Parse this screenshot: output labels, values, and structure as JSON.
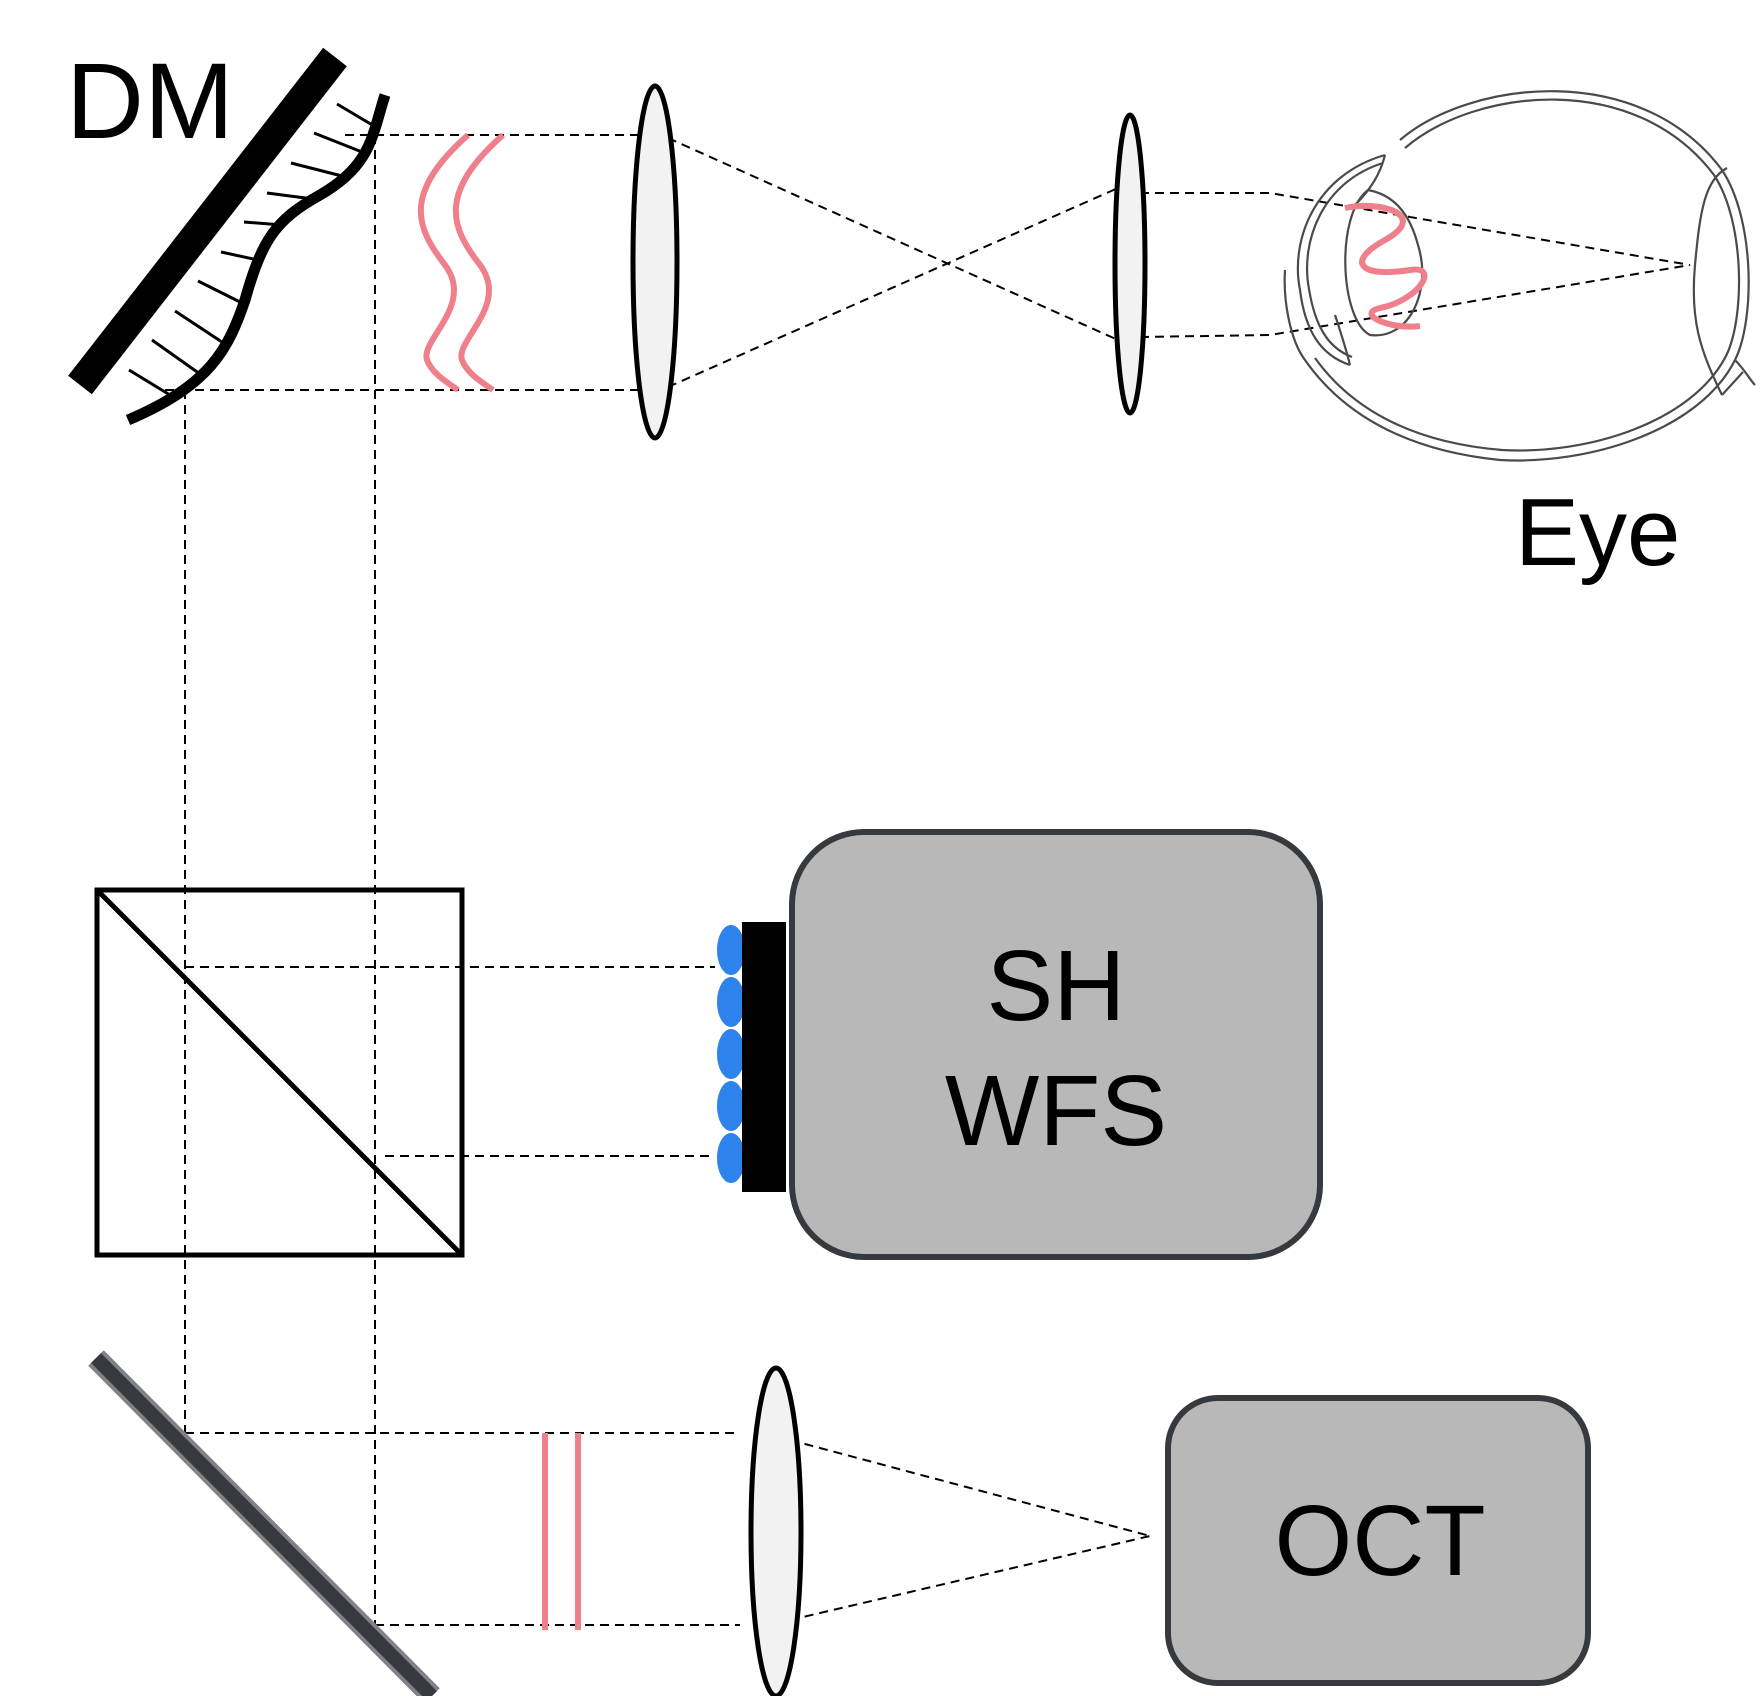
{
  "labels": {
    "dm": "DM",
    "eye": "Eye",
    "sh_line1": "SH",
    "sh_line2": "WFS",
    "oct": "OCT"
  },
  "colors": {
    "wavefront": "#ee7f8b",
    "lenslet": "#2e82ec",
    "box_fill": "#b8b8b8",
    "box_stroke": "#363a3f",
    "lens_fill": "#f2f2f2",
    "mirror": "#363a3f"
  },
  "icons": {
    "deformable_mirror": "deformable-mirror-icon",
    "eye": "eye-icon",
    "beam_splitter": "beam-splitter-cube-icon",
    "fold_mirror": "fold-mirror-icon"
  }
}
